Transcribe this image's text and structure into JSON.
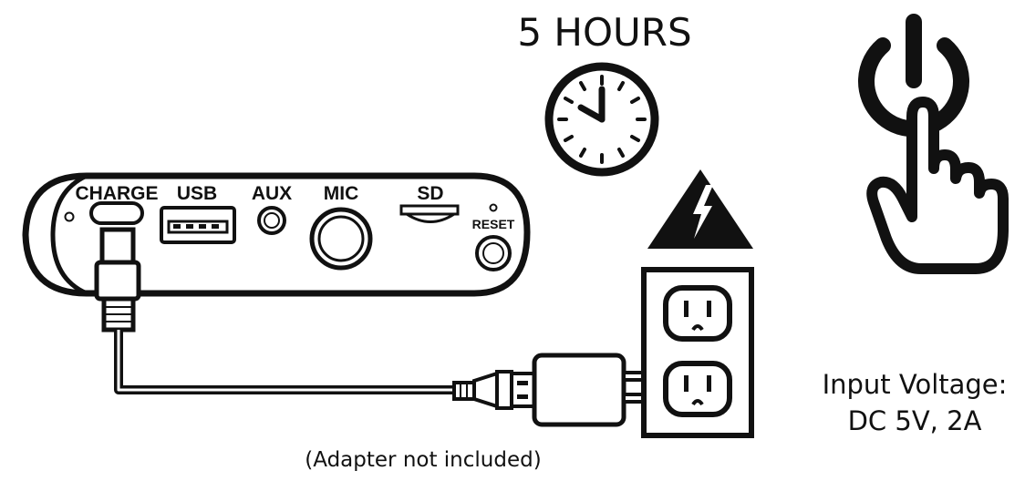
{
  "device": {
    "ports": {
      "charge": "CHARGE",
      "usb": "USB",
      "aux": "AUX",
      "mic": "MIC",
      "sd": "SD",
      "reset": "RESET"
    }
  },
  "charge_time": {
    "label": "5 HOURS",
    "icon": "clock-icon"
  },
  "power": {
    "icon": "power-press-icon"
  },
  "warning": {
    "icon": "high-voltage-warning-icon"
  },
  "outlet": {
    "icon": "wall-outlet-icon"
  },
  "adapter": {
    "note": "(Adapter not included)",
    "icon": "usb-wall-adapter-icon"
  },
  "spec": {
    "line1": "Input Voltage:",
    "line2": "DC 5V, 2A"
  },
  "colors": {
    "ink": "#111111",
    "paper": "#ffffff"
  }
}
